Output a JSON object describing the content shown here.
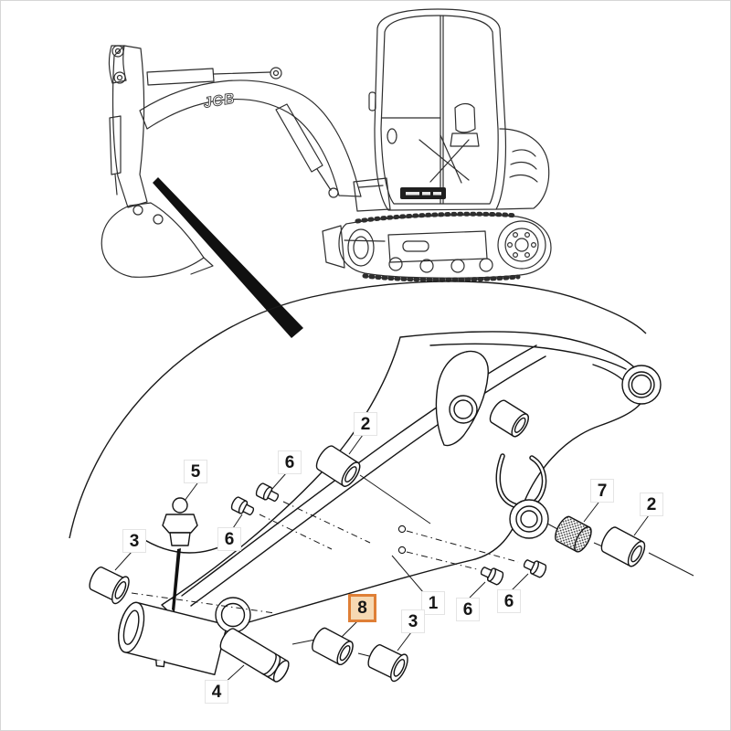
{
  "machine": {
    "logo": "JCB"
  },
  "colors": {
    "highlight_border": "#df7f36",
    "highlight_fill": "#f6d9b3",
    "callout_border": "#e4e4e4",
    "line": "#1a1a1a"
  },
  "callouts": [
    {
      "label": "2",
      "highlighted": false
    },
    {
      "label": "6",
      "highlighted": false
    },
    {
      "label": "5",
      "highlighted": false
    },
    {
      "label": "3",
      "highlighted": false
    },
    {
      "label": "6",
      "highlighted": false
    },
    {
      "label": "7",
      "highlighted": false
    },
    {
      "label": "2",
      "highlighted": false
    },
    {
      "label": "8",
      "highlighted": true
    },
    {
      "label": "1",
      "highlighted": false
    },
    {
      "label": "6",
      "highlighted": false
    },
    {
      "label": "6",
      "highlighted": false
    },
    {
      "label": "3",
      "highlighted": false
    },
    {
      "label": "4",
      "highlighted": false
    }
  ]
}
